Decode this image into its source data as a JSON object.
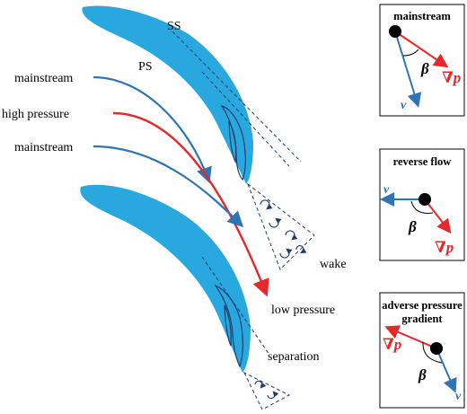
{
  "labels": {
    "ss": "SS",
    "ps": "PS",
    "mainstream_top": "mainstream",
    "high_pressure": "high pressure",
    "mainstream_bottom": "mainstream",
    "wake": "wake",
    "low_pressure": "low pressure",
    "separation": "separation"
  },
  "insets": [
    {
      "title": "mainstream",
      "v": "v",
      "grad": "∇p",
      "angle": "β"
    },
    {
      "title": "reverse flow",
      "v": "v",
      "grad": "∇p",
      "angle": "β"
    },
    {
      "title_line1": "adverse pressure",
      "title_line2": "gradient",
      "v": "v",
      "grad": "∇p",
      "angle": "β"
    }
  ],
  "colors": {
    "blade": "#29a8e0",
    "mainstream": "#2e75b6",
    "high_pressure": "#e8272a",
    "dashed": "#1f3d6b",
    "vortex": "#1f3d6b"
  }
}
